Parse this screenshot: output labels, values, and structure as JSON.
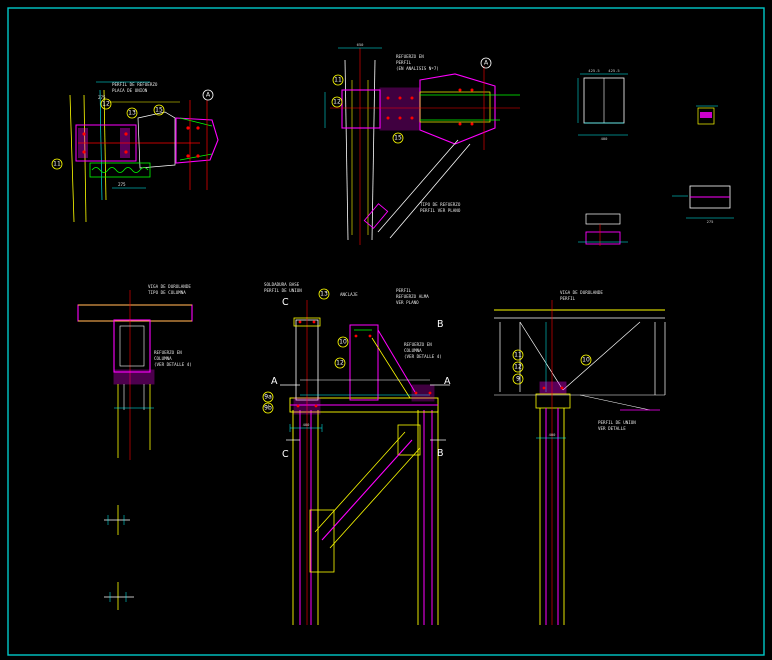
{
  "colors": {
    "background": "#000000",
    "frame": "#00c8c8",
    "steel_outline": "#ffff00",
    "plate": "#ff00ff",
    "dimension": "#00ffff",
    "bolt": "#ff0000",
    "weld": "#00ff00",
    "text": "#ffffff"
  },
  "drawing": {
    "section_marks": {
      "A_left": "A",
      "A_right": "A",
      "B_top": "B",
      "B_bottom": "B",
      "C_top": "C",
      "C_bottom": "C",
      "A_detail1": "A",
      "A_detail2": "A"
    },
    "bubbles": {
      "d1_12": "12",
      "d1_11": "11",
      "d1_13": "13",
      "d1_15": "15",
      "d2_11": "11",
      "d2_12": "12",
      "d2_15": "15",
      "d3_13": "13",
      "d3_10": "10",
      "d3_12": "12",
      "d3_9a": "9a",
      "d3_9b": "9b",
      "d4_11": "11",
      "d4_12": "12",
      "d4_9": "9",
      "d4_10": "10"
    },
    "dimensions": {
      "d2_top": "650",
      "d3_base": "400",
      "d4_bottom": "400",
      "d5_top_a": "425.5",
      "d5_top_b": "425.5",
      "d5_bottom": "400",
      "d6_bottom": "275"
    }
  }
}
